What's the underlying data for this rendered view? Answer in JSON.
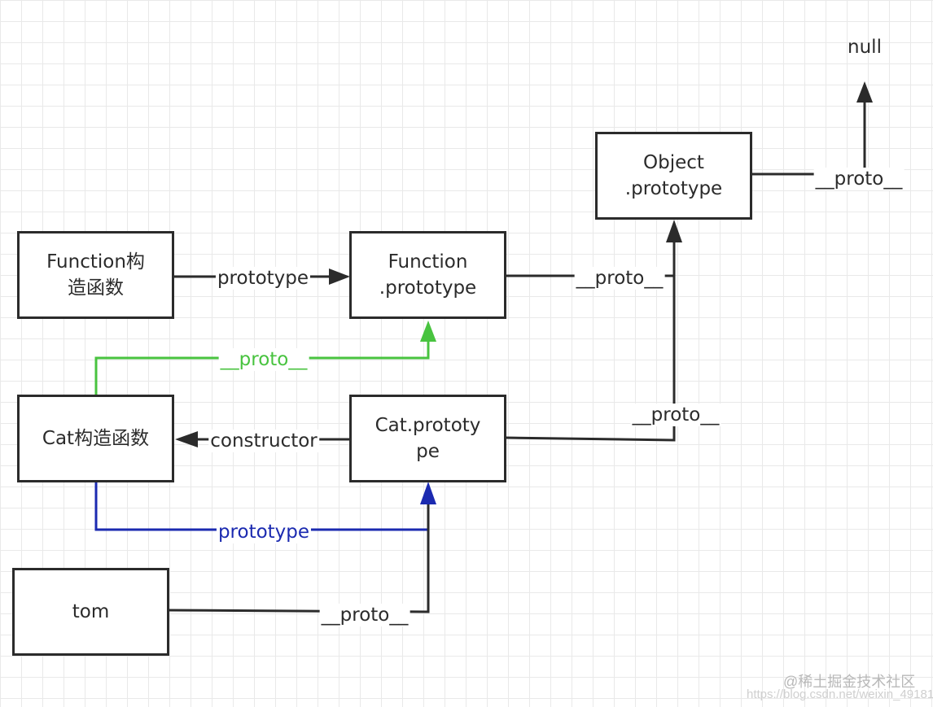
{
  "diagram": {
    "nodes": {
      "function_ctor": "Function构\n造函数",
      "function_prototype": "Function\n.prototype",
      "object_prototype": "Object\n.prototype",
      "cat_ctor": "Cat构造函数",
      "cat_prototype": "Cat.prototy\npe",
      "tom": "tom"
    },
    "labels": {
      "null": "null",
      "fp_prototype": "prototype",
      "fproto_to_oproto": "__proto__",
      "oproto_to_null": "__proto__",
      "cat_ctor_to_fproto": "__proto__",
      "constructor": "constructor",
      "catproto_to_oproto": "__proto__",
      "cat_prototype_link": "prototype",
      "tom_proto": "__proto__"
    },
    "colors": {
      "default": "#2b2b2b",
      "green": "#48c33f",
      "blue": "#1b2ab0"
    }
  },
  "watermark": {
    "line1": "@稀土掘金技术社区",
    "line2": "https://blog.csdn.net/weixin_49181"
  }
}
